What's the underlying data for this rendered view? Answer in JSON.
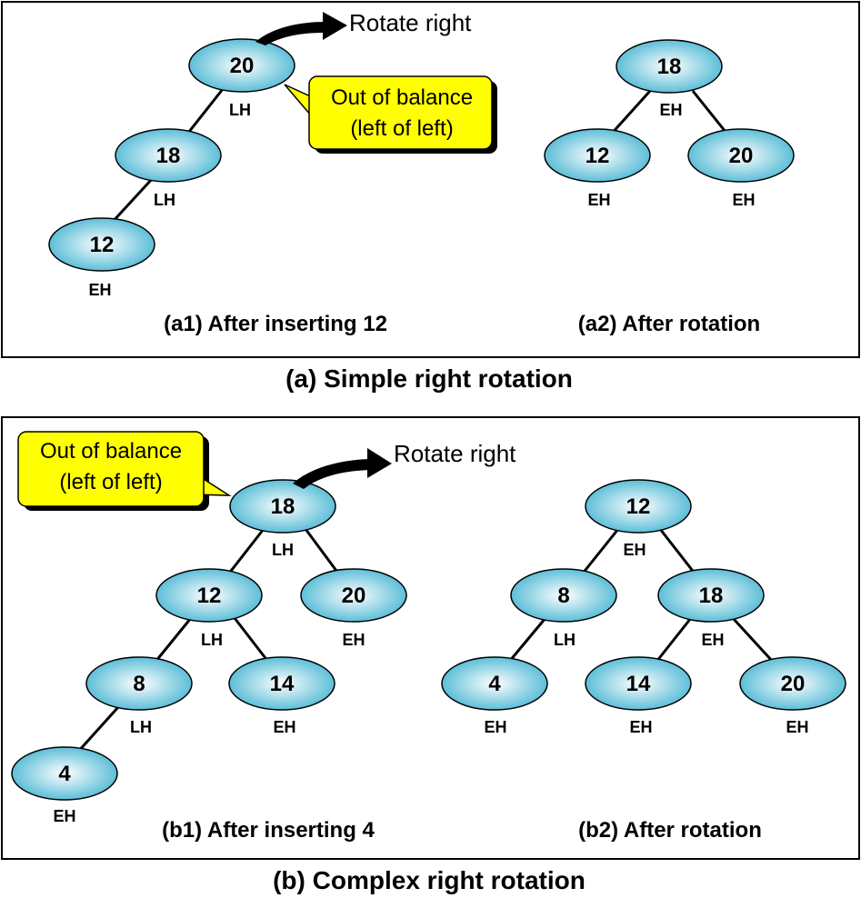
{
  "colors": {
    "node_fill_center": "#ffffff",
    "node_fill_edge": "#4db8d4",
    "callout_fill": "#ffff00",
    "line": "#000000"
  },
  "panel_a": {
    "title": "(a) Simple right rotation",
    "a1": {
      "caption": "(a1) After inserting 12",
      "nodes": [
        {
          "value": "20",
          "balance": "LH"
        },
        {
          "value": "18",
          "balance": "LH"
        },
        {
          "value": "12",
          "balance": "EH"
        }
      ],
      "callout": {
        "line1": "Out of balance",
        "line2": "(left of left)"
      },
      "rotate_label": "Rotate right"
    },
    "a2": {
      "caption": "(a2) After rotation",
      "nodes": [
        {
          "value": "18",
          "balance": "EH"
        },
        {
          "value": "12",
          "balance": "EH"
        },
        {
          "value": "20",
          "balance": "EH"
        }
      ]
    }
  },
  "panel_b": {
    "title": "(b) Complex right rotation",
    "b1": {
      "caption": "(b1) After inserting 4",
      "nodes": [
        {
          "value": "18",
          "balance": "LH"
        },
        {
          "value": "12",
          "balance": "LH"
        },
        {
          "value": "20",
          "balance": "EH"
        },
        {
          "value": "8",
          "balance": "LH"
        },
        {
          "value": "14",
          "balance": "EH"
        },
        {
          "value": "4",
          "balance": "EH"
        }
      ],
      "callout": {
        "line1": "Out of balance",
        "line2": "(left of left)"
      },
      "rotate_label": "Rotate right"
    },
    "b2": {
      "caption": "(b2) After rotation",
      "nodes": [
        {
          "value": "12",
          "balance": "EH"
        },
        {
          "value": "8",
          "balance": "LH"
        },
        {
          "value": "18",
          "balance": "EH"
        },
        {
          "value": "4",
          "balance": "EH"
        },
        {
          "value": "14",
          "balance": "EH"
        },
        {
          "value": "20",
          "balance": "EH"
        }
      ]
    }
  }
}
